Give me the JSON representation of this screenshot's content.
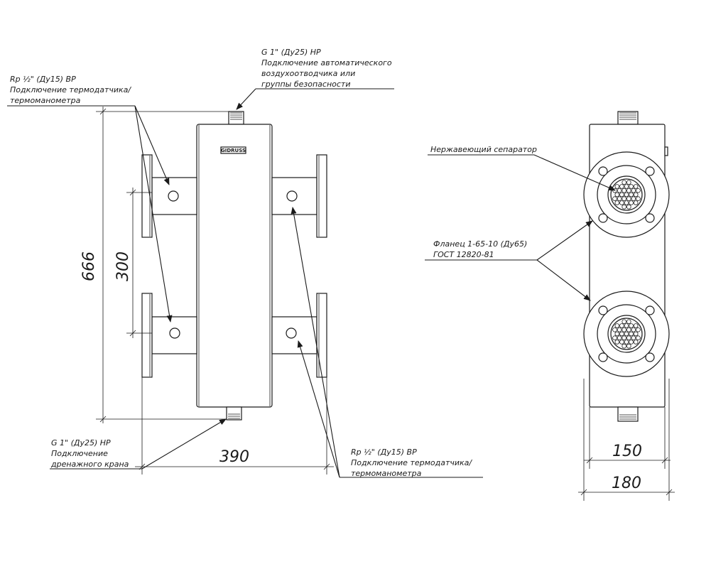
{
  "front_view": {
    "logo": "GIDRUSS",
    "callouts": {
      "top_fitting": {
        "line1": "G 1\" (Ду25) НР",
        "line2": "Подключение автоматического",
        "line3": "воздухоотводчика или",
        "line4": "группы безопасности"
      },
      "left_sensor": {
        "line1": "Rp ½\" (Ду15) ВР",
        "line2": "Подключение термодатчика/",
        "line3": "термоманометра"
      },
      "drain": {
        "line1": "G 1\" (Ду25) НР",
        "line2": "Подключение",
        "line3": "дренажного крана"
      },
      "right_sensor": {
        "line1": "Rp ½\" (Ду15) ВР",
        "line2": "Подключение термодатчика/",
        "line3": "термоманометра"
      }
    },
    "dimensions": {
      "height": "666",
      "nozzle_spacing": "300",
      "width": "390"
    }
  },
  "side_view": {
    "callouts": {
      "separator": {
        "line1": "Нержавеющий сепаратор"
      },
      "flange": {
        "line1": "Фланец 1-65-10 (Ду65)",
        "line2": "ГОСТ 12820-81"
      }
    },
    "dimensions": {
      "body_width": "150",
      "flange_width": "180"
    }
  }
}
